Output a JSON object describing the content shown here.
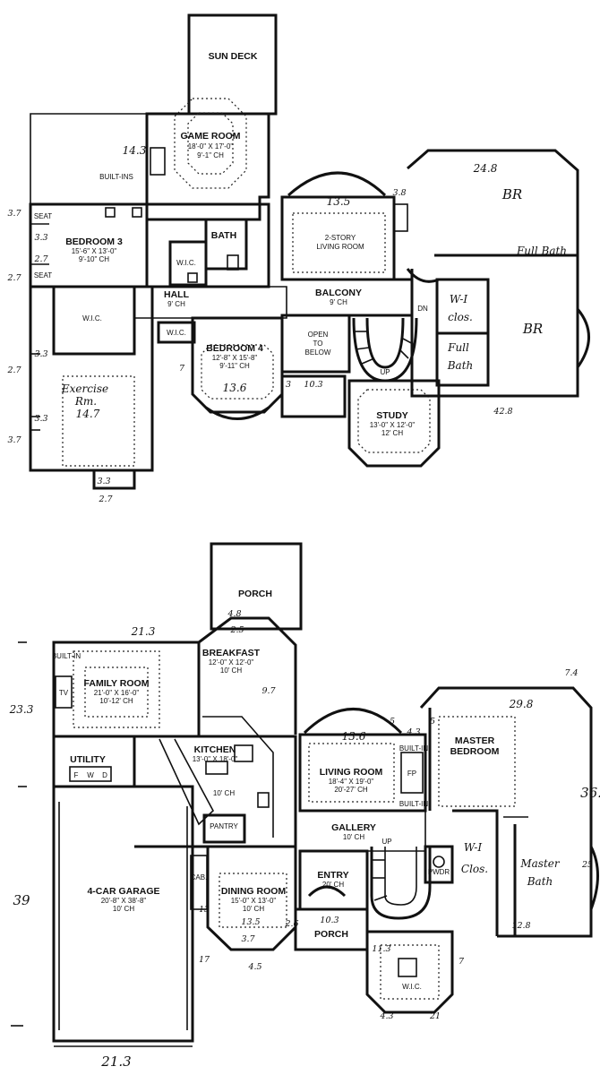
{
  "upper_floor": {
    "rooms": {
      "sun_deck": {
        "name": "SUN DECK"
      },
      "game_room": {
        "name": "GAME ROOM",
        "dims": "18'-0\" X 17'-0\"",
        "ceiling": "9'-1\" CH"
      },
      "built_ins": {
        "name": "BUILT-INS"
      },
      "bedroom3": {
        "name": "BEDROOM 3",
        "dims": "15'-6\" X 13'-0\"",
        "ceiling": "9'-10\" CH"
      },
      "bath": {
        "name": "BATH"
      },
      "wic_upper": {
        "name": "W.I.C."
      },
      "two_story_living": {
        "name": "2-STORY",
        "name2": "LIVING ROOM"
      },
      "hall": {
        "name": "HALL",
        "ceiling": "9' CH"
      },
      "balcony": {
        "name": "BALCONY",
        "ceiling": "9' CH"
      },
      "wic_left": {
        "name": "W.I.C."
      },
      "wic_hall": {
        "name": "W.I.C."
      },
      "bedroom4": {
        "name": "BEDROOM 4",
        "dims": "12'-8\" X 15'-8\"",
        "ceiling": "9'-11\" CH"
      },
      "open_below": {
        "l1": "OPEN",
        "l2": "TO",
        "l3": "BELOW"
      },
      "study": {
        "name": "STUDY",
        "dims": "13'-0\" X 12'-0\"",
        "ceiling": "12' CH"
      },
      "dn": "DN",
      "up": "UP",
      "seat1": "SEAT",
      "seat2": "SEAT"
    },
    "handwritten": {
      "br_top": "BR",
      "br_main": "BR",
      "full_bath_top": "Full Bath",
      "wi_clos_1": "W-I",
      "wi_clos_2": "clos.",
      "full_bath_1": "Full",
      "full_bath_2": "Bath",
      "exercise_1": "Exercise",
      "exercise_2": "Rm.",
      "exercise_3": "14.7",
      "dim_14_3": "14.3",
      "dim_13_5": "13.5",
      "dim_3_8": "3.8",
      "dim_24_8": "24.8",
      "dim_3_7a": "3.7",
      "dim_3_3a": "3.3",
      "dim_2_7a": "2.7",
      "dim_2_7b": "2.7",
      "dim_3_3b": "3.3",
      "dim_2_7c": "2.7",
      "dim_3_3c": "3.3",
      "dim_3_7b": "3.7",
      "dim_3_3d": "3.3",
      "dim_2_7d": "2.7",
      "dim_13_6": "13.6",
      "dim_10_3": "10.3",
      "dim_3": "3",
      "dim_7": "7",
      "dim_42_8": "42.8"
    }
  },
  "lower_floor": {
    "rooms": {
      "porch_back": {
        "name": "PORCH"
      },
      "breakfast": {
        "name": "BREAKFAST",
        "dims": "12'-0\" X 12'-0\"",
        "ceiling": "10' CH"
      },
      "built_in_fr": {
        "name": "BUILT-IN"
      },
      "tv": {
        "name": "TV"
      },
      "family_room": {
        "name": "FAMILY ROOM",
        "dims": "21'-0\" X 16'-0\"",
        "ceiling": "10'-12' CH"
      },
      "utility": {
        "name": "UTILITY"
      },
      "fwd": {
        "f": "F",
        "w": "W",
        "d": "D"
      },
      "kitchen": {
        "name": "KITCHEN",
        "dims": "13'-0\" X 18'-0\"",
        "ceiling": "10' CH"
      },
      "pantry": {
        "name": "PANTRY"
      },
      "living_room": {
        "name": "LIVING ROOM",
        "dims": "18'-4\" X 19'-0\"",
        "ceiling": "20'-27' CH"
      },
      "built_in_lr1": {
        "name": "BUILT-IN"
      },
      "built_in_lr2": {
        "name": "BUILT-IN"
      },
      "fp": {
        "name": "FP"
      },
      "master_bedroom": {
        "name": "MASTER",
        "name2": "BEDROOM"
      },
      "gallery": {
        "name": "GALLERY",
        "ceiling": "10' CH"
      },
      "garage": {
        "name": "4-CAR GARAGE",
        "dims": "20'-8\" X 38'-8\"",
        "ceiling": "10' CH"
      },
      "cab": {
        "name": "CAB."
      },
      "dining_room": {
        "name": "DINING ROOM",
        "dims": "15'-0\" X 13'-0\"",
        "ceiling": "10' CH"
      },
      "entry": {
        "name": "ENTRY",
        "ceiling": "20' CH"
      },
      "porch_front": {
        "name": "PORCH"
      },
      "pwdr": {
        "name": "PWDR"
      },
      "wic_master": {
        "name": "W.I.C."
      },
      "up": "UP"
    },
    "handwritten": {
      "master_bath_1": "Master",
      "master_bath_2": "Bath",
      "wi_clos_1": "W-I",
      "wi_clos_2": "Clos.",
      "dim_21_3_top": "21.3",
      "dim_4_8": "4.8",
      "dim_2_5": "2.5",
      "dim_9_7": "9.7",
      "dim_23_3": "23.3",
      "dim_39": "39",
      "dim_21_3_bottom": "21.3",
      "dim_13_6": "13.6",
      "dim_5a": "5",
      "dim_4_3": "4.3",
      "dim_5b": "5",
      "dim_29_8": "29.8",
      "dim_7_4": "7.4",
      "dim_36": "36.",
      "dim_25": "25",
      "dim_12_8": "12.8",
      "dim_13_5": "13.5",
      "dim_3_7": "3.7",
      "dim_4_5": "4.5",
      "dim_10_3": "10.3",
      "dim_13": "13",
      "dim_17": "17",
      "dim_2_6": "2.6",
      "dim_11_3": "11.3",
      "dim_7": "7",
      "dim_4_3b": "4.3",
      "dim_21": "21"
    }
  }
}
